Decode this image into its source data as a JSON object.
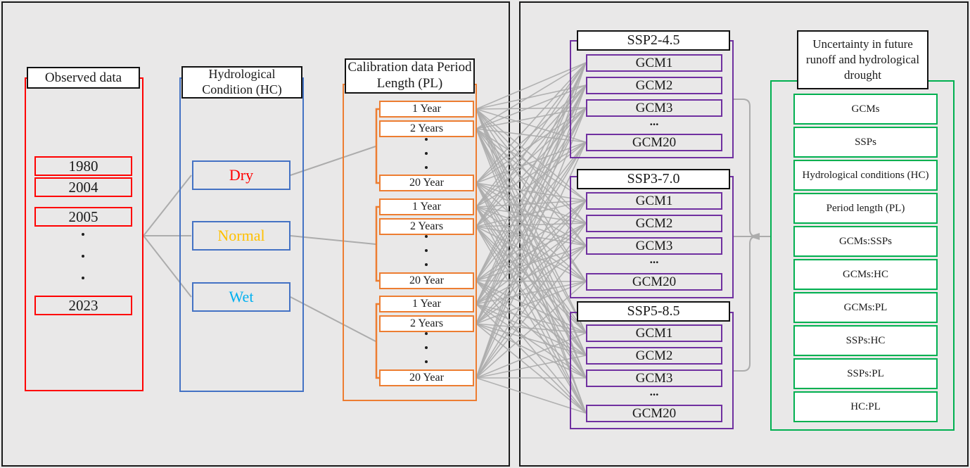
{
  "figure": {
    "left_panel": {
      "observed": {
        "title": "Observed data",
        "years": [
          "1980",
          "2004",
          "2005",
          "2023"
        ],
        "border_color": "#FF0000"
      },
      "hydrological_condition": {
        "title": "Hydrological Condition (HC)",
        "border_color": "#4472C4",
        "items": [
          {
            "label": "Dry",
            "color": "#FF0000"
          },
          {
            "label": "Normal",
            "color": "#FFC000"
          },
          {
            "label": "Wet",
            "color": "#00B0F0"
          }
        ]
      },
      "period_length": {
        "title": "Calibration data Period Length (PL)",
        "border_color": "#ED7D31",
        "groups": [
          {
            "items": [
              "1 Year",
              "2 Years",
              "20 Year"
            ]
          },
          {
            "items": [
              "1 Year",
              "2 Years",
              "20 Year"
            ]
          },
          {
            "items": [
              "1 Year",
              "2 Years",
              "20 Year"
            ]
          }
        ]
      }
    },
    "right_panel": {
      "ssp_scenarios": {
        "border_color": "#7030A0",
        "ellipsis": "...",
        "groups": [
          {
            "title": "SSP2-4.5",
            "gcms": [
              "GCM1",
              "GCM2",
              "GCM3",
              "GCM20"
            ]
          },
          {
            "title": "SSP3-7.0",
            "gcms": [
              "GCM1",
              "GCM2",
              "GCM3",
              "GCM20"
            ]
          },
          {
            "title": "SSP5-8.5",
            "gcms": [
              "GCM1",
              "GCM2",
              "GCM3",
              "GCM20"
            ]
          }
        ]
      },
      "uncertainty": {
        "title": "Uncertainty in future runoff and hydrological drought",
        "border_color": "#00B050",
        "items": [
          "GCMs",
          "SSPs",
          "Hydrological conditions (HC)",
          "Period length (PL)",
          "GCMs:SSPs",
          "GCMs:HC",
          "GCMs:PL",
          "SSPs:HC",
          "SSPs:PL",
          "HC:PL"
        ]
      }
    },
    "connector_color": "#ACACAC"
  }
}
